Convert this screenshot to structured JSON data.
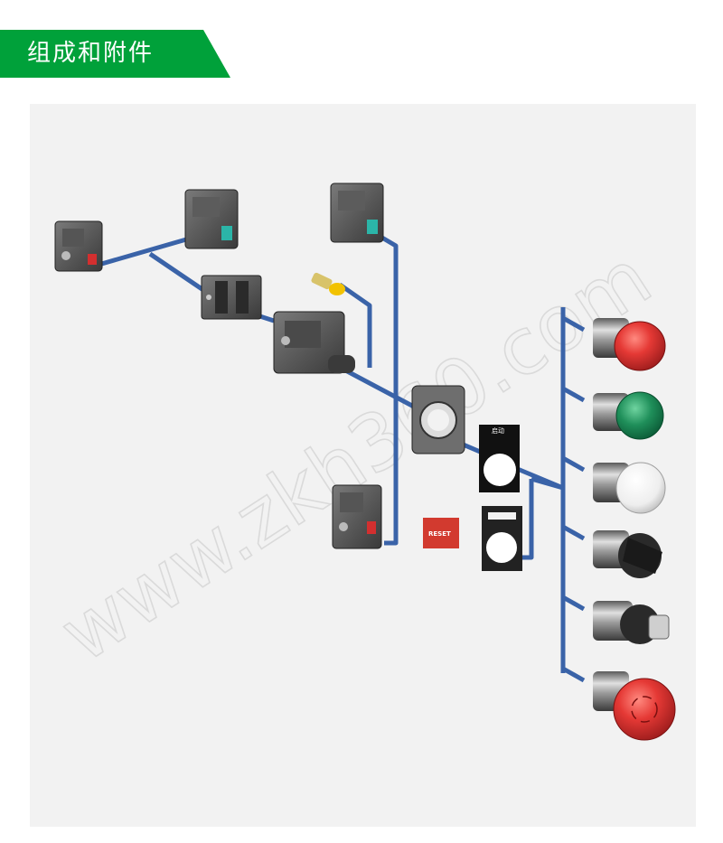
{
  "header": {
    "title": "组成和附件",
    "tab_color": "#00a13a"
  },
  "diagram": {
    "line_color": "#3a63a8",
    "plate_start_label": "启动",
    "reset_label": "RESET",
    "watermark": "www.zkh360.com"
  }
}
